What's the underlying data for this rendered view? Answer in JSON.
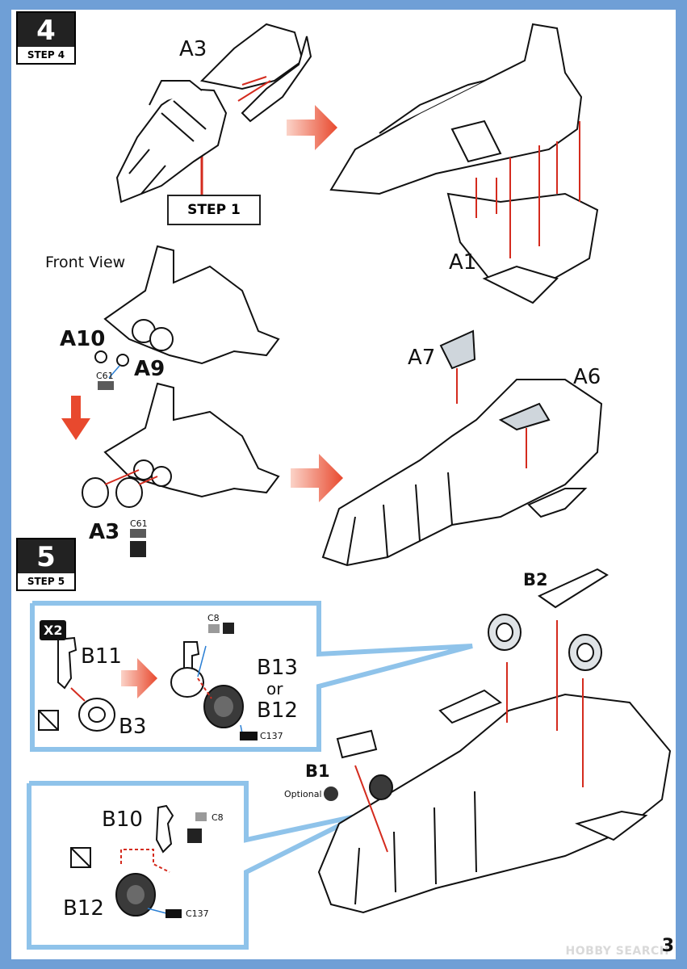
{
  "step4": {
    "number": "4",
    "label": "STEP 4",
    "ref": "STEP 1"
  },
  "step5": {
    "number": "5",
    "label": "STEP 5"
  },
  "parts": {
    "a3_top": "A3",
    "a1": "A1",
    "front_view": "Front View",
    "a10": "A10",
    "a9": "A9",
    "c61_a": "C61",
    "a3_bottom": "A3",
    "c61_b": "C61",
    "a7": "A7",
    "a6": "A6",
    "b2": "B2",
    "x2": "X2",
    "b11": "B11",
    "b3": "B3",
    "c8_a": "C8",
    "b13": "B13",
    "or": "or",
    "b12_a": "B12",
    "c137_a": "C137",
    "b1": "B1",
    "optional": "Optional",
    "b10": "B10",
    "c8_b": "C8",
    "b12_b": "B12",
    "c137_b": "C137"
  },
  "colors": {
    "frame": "#6f9fd6",
    "callout": "#8fc3ea",
    "arrow": "#e8492e",
    "red": "#d42b1e",
    "grey": "#5a5a5a"
  },
  "footer": {
    "watermark": "HOBBY SEARCH",
    "page": "3"
  }
}
